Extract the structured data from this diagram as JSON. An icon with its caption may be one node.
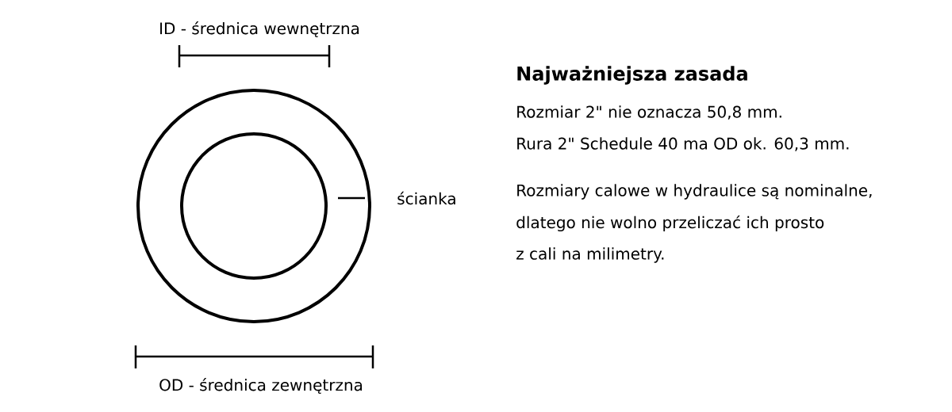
{
  "diagram": {
    "nodes": [
      {
        "text": [],
        "shape": "circle"
      },
      {
        "text": [],
        "shape": "circle",
        "in": 0
      }
    ],
    "labels": [
      "ID - średnica wewnętrzna",
      "OD - średnica zewnętrzna",
      "ścianka",
      "Najważniejsza zasada",
      "Rozmiar 2\" nie oznacza 50,8 mm.",
      "Rura 2\" Schedule 40 ma OD ok. 60,3 mm.",
      "Rozmiary calowe w hydraulice są nominalne,",
      "dlatego nie wolno przeliczać ich prosto",
      "z cali na milimetry."
    ]
  }
}
